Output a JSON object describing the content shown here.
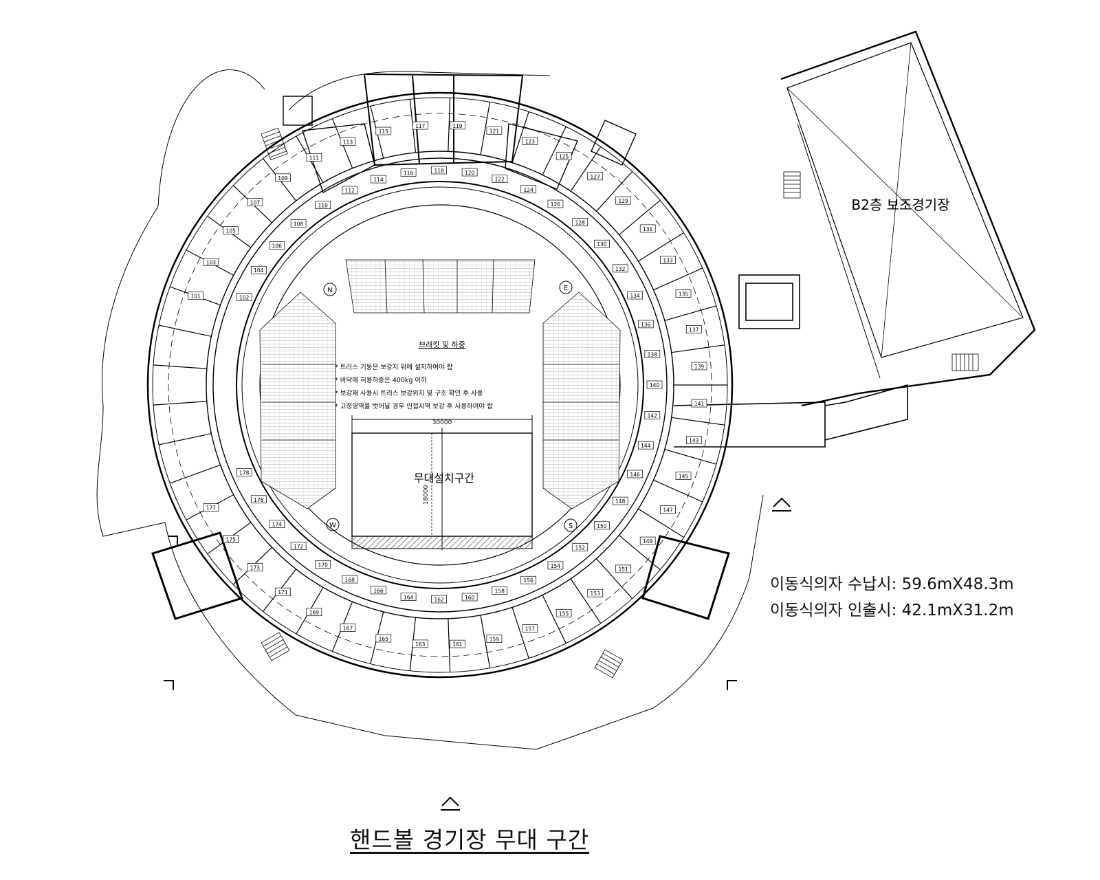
{
  "page_title": "핸드볼 경기장 무대 구간",
  "aux_arena_label": "B2층 보조경기장",
  "stage_zone_label": "무대설치구간",
  "stage_width_dim": "30000",
  "stage_depth_dim": "18000",
  "seating_dimensions": [
    "이동식의자 수납시: 59.6mX48.3m",
    "이동식의자 인출시: 42.1mX31.2m"
  ],
  "notes": {
    "heading": "브래킷 및 하중",
    "lines": [
      "* 트러스 기둥은 보강지 위에 설치하여야 함",
      "* 바닥에 허용하중은 400kg 이하",
      "* 보강재 사용시 트러스 보강위치 및 구조 확인 후 사용",
      "* 고정영역을 벗어날 경우 인접지역 보강 후 사용하여야 함"
    ]
  },
  "compass": [
    "N",
    "E",
    "W",
    "S"
  ],
  "room_numbers": [
    "101",
    "102",
    "103",
    "104",
    "105",
    "106",
    "107",
    "108",
    "109",
    "110",
    "111",
    "112",
    "113",
    "114",
    "115",
    "116",
    "117",
    "118",
    "119",
    "120",
    "121",
    "122",
    "123",
    "124",
    "125",
    "126",
    "127",
    "128",
    "129",
    "130",
    "131",
    "132",
    "133",
    "134",
    "135",
    "136",
    "137",
    "138",
    "139",
    "140",
    "141",
    "142",
    "143",
    "144",
    "145",
    "146",
    "147",
    "148",
    "149",
    "150",
    "151",
    "152",
    "153",
    "154",
    "155",
    "156",
    "157",
    "158",
    "159",
    "160",
    "161",
    "162",
    "163",
    "164",
    "165",
    "166",
    "167",
    "168",
    "169",
    "170",
    "171",
    "172",
    "173",
    "174",
    "175",
    "176",
    "177",
    "178"
  ],
  "colors": {
    "line": "#000000",
    "paper": "#ffffff",
    "hatch": "#555555"
  }
}
